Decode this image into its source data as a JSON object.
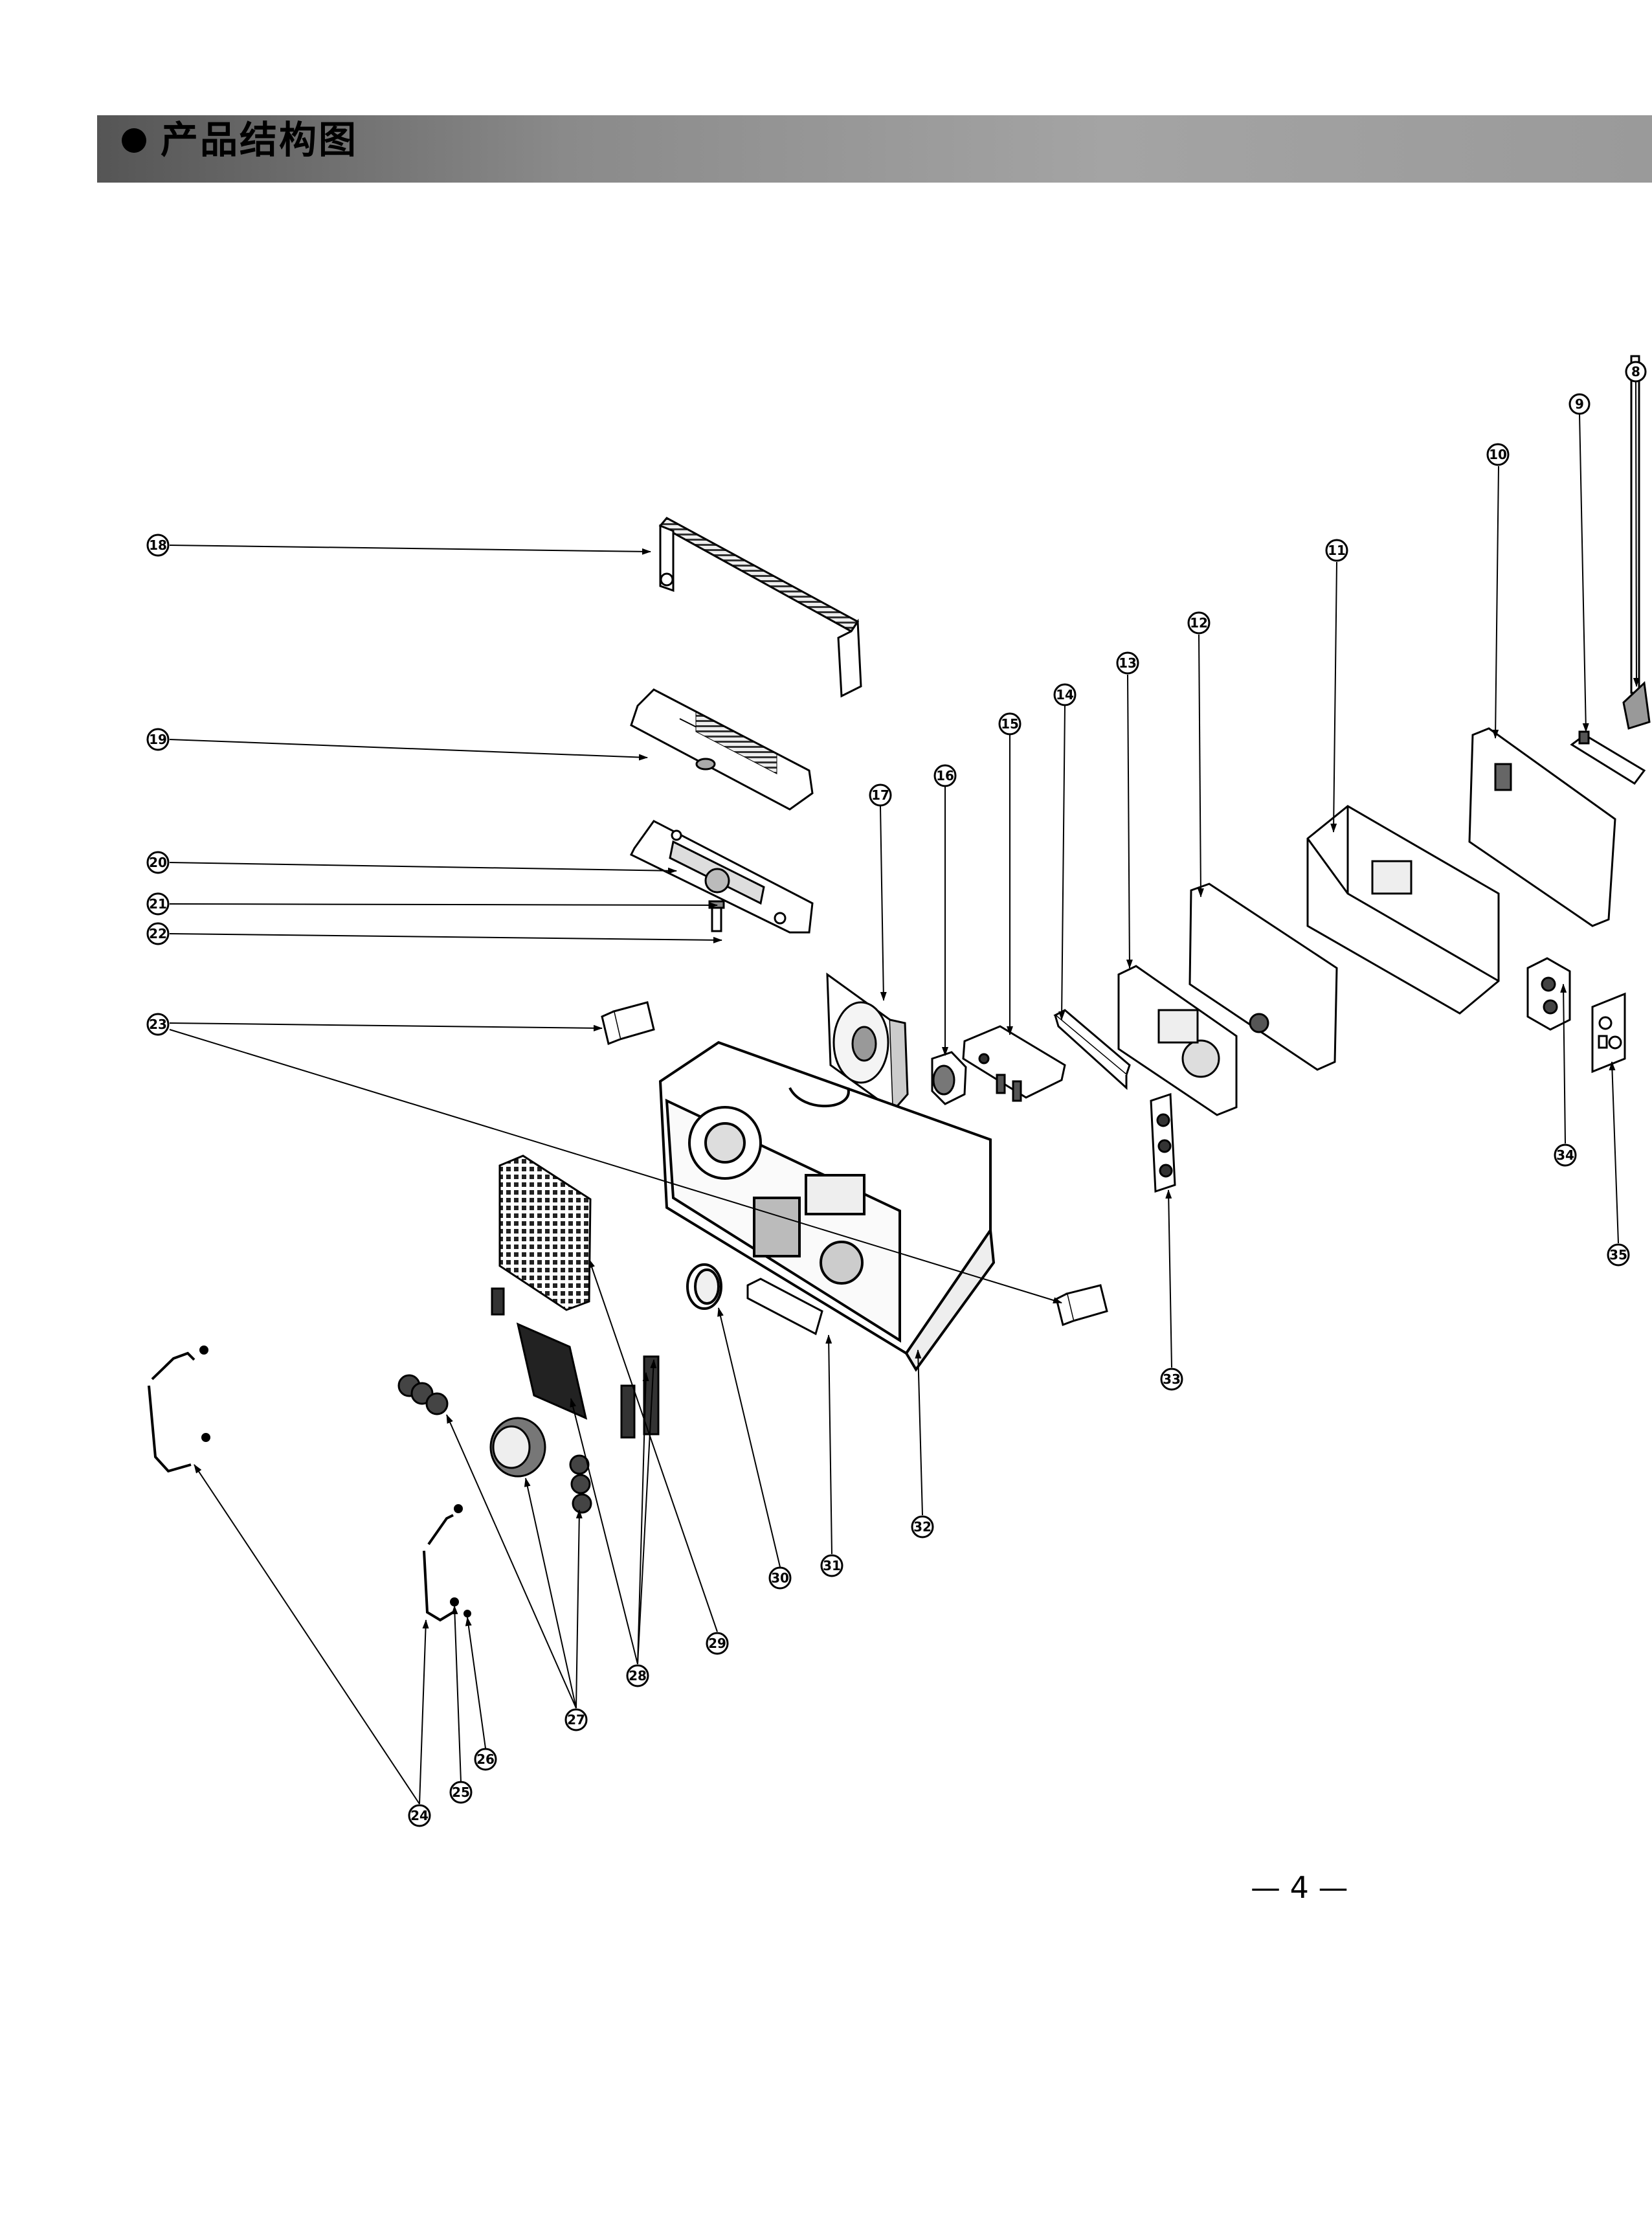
{
  "header": {
    "title": "产品结构图"
  },
  "callouts": [
    {
      "label": "8"
    },
    {
      "label": "9"
    },
    {
      "label": "10"
    },
    {
      "label": "11"
    },
    {
      "label": "12"
    },
    {
      "label": "13"
    },
    {
      "label": "14"
    },
    {
      "label": "15"
    },
    {
      "label": "16"
    },
    {
      "label": "17"
    },
    {
      "label": "18"
    },
    {
      "label": "19"
    },
    {
      "label": "20"
    },
    {
      "label": "21"
    },
    {
      "label": "22"
    },
    {
      "label": "23"
    },
    {
      "label": "24"
    },
    {
      "label": "25"
    },
    {
      "label": "26"
    },
    {
      "label": "27"
    },
    {
      "label": "28"
    },
    {
      "label": "29"
    },
    {
      "label": "30"
    },
    {
      "label": "31"
    },
    {
      "label": "32"
    },
    {
      "label": "33"
    },
    {
      "label": "34"
    },
    {
      "label": "35"
    }
  ],
  "footer": {
    "page_number": "— 4 —"
  }
}
